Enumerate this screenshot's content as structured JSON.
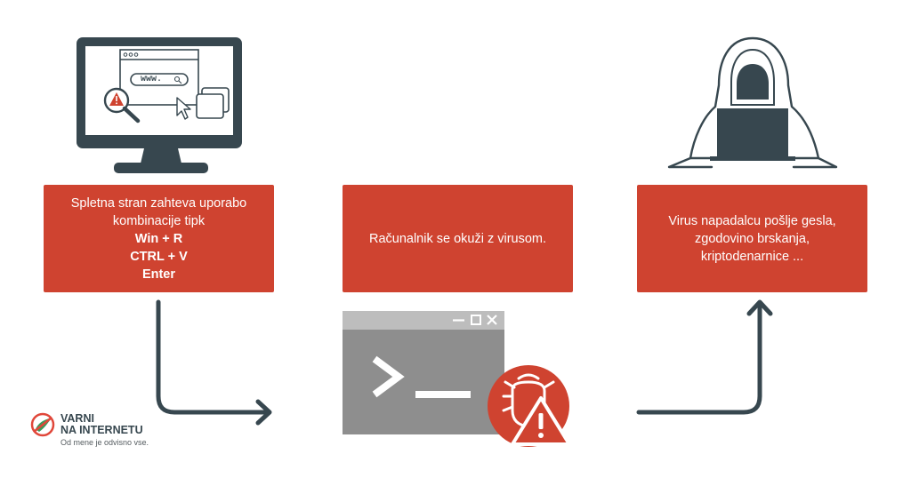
{
  "steps": [
    {
      "lines": [
        "Spletna stran zahteva uporabo",
        "kombinacije tipk"
      ],
      "bold_lines": [
        "Win + R",
        "CTRL + V",
        "Enter"
      ]
    },
    {
      "lines": [
        "Računalnik se okuži z virusom."
      ]
    },
    {
      "lines": [
        "Virus napadalcu pošlje gesla,",
        "zgodovino brskanja,",
        "kriptodenarnice ..."
      ]
    }
  ],
  "monitor": {
    "url_text": "www."
  },
  "logo": {
    "line1": "VARNI",
    "line2": "NA INTERNETU",
    "tagline": "Od mene je odvisno vse."
  },
  "colors": {
    "accent": "#cf4330",
    "dark": "#37474f",
    "gray": "#8e8e8e",
    "light_gray": "#bdbdbd"
  },
  "icons": [
    "monitor-icon",
    "magnifier-warning-icon",
    "cursor-icon",
    "window-copy-icon",
    "terminal-window-icon",
    "bug-warning-icon",
    "hacker-icon",
    "virus-logo-icon"
  ]
}
